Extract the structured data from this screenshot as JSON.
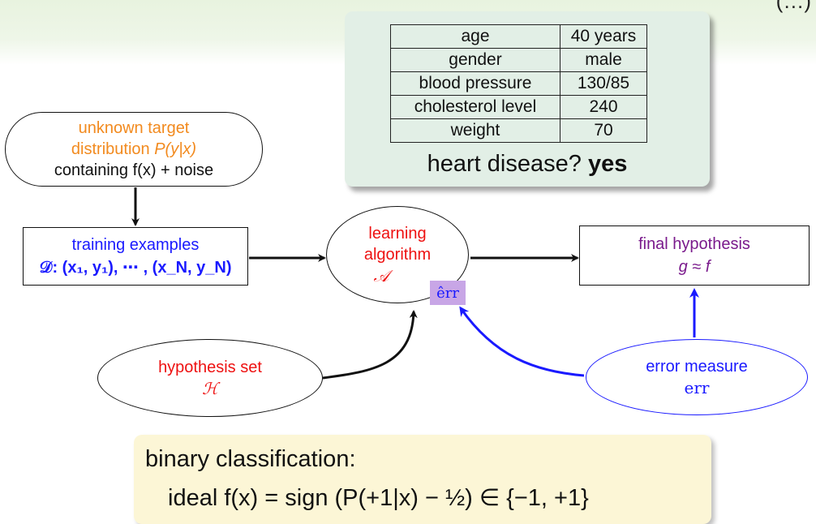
{
  "header": {
    "corner_text": "(…)"
  },
  "example": {
    "rows": [
      {
        "key": "age",
        "value": "40 years"
      },
      {
        "key": "gender",
        "value": "male"
      },
      {
        "key": "blood pressure",
        "value": "130/85"
      },
      {
        "key": "cholesterol level",
        "value": "240"
      },
      {
        "key": "weight",
        "value": "70"
      }
    ],
    "question_text": "heart disease?",
    "answer": "yes"
  },
  "diagram": {
    "target": {
      "line1": "unknown target",
      "line2_text": "distribution",
      "line2_math": "P(y|x)",
      "line3": "containing f(x) + noise"
    },
    "training": {
      "title": "training examples",
      "data": "𝒟: (x₁, y₁), ⋯ , (x_N, y_N)"
    },
    "learning": {
      "line1": "learning",
      "line2": "algorithm",
      "symbol": "𝒜",
      "err_hat": "êrr"
    },
    "final": {
      "title": "final hypothesis",
      "formula": "g ≈ f"
    },
    "hypothesis": {
      "title": "hypothesis set",
      "symbol": "ℋ"
    },
    "error": {
      "title": "error measure",
      "symbol": "err"
    },
    "colors": {
      "target": "#f28a1e",
      "training": "#1a1aff",
      "learning": "#ee1111",
      "final": "#7a1a8c",
      "error": "#1a1aff"
    }
  },
  "binary": {
    "title": "binary classification:",
    "formula": "ideal f(x) = sign (P(+1|x) − ½) ∈ {−1, +1}"
  }
}
